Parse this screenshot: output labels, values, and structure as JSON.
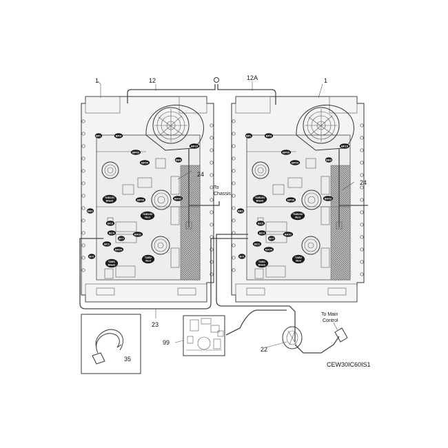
{
  "callouts": {
    "left_frame": "1",
    "right_frame": "1",
    "left_harness_top": "12",
    "right_harness_top": "12A",
    "ground_strap_left": "24",
    "ground_strap_right": "24",
    "lower_harness": "23",
    "control_harness": "22",
    "control_board": "99",
    "clip": "35"
  },
  "labels": {
    "to_chassis_line1": "To",
    "to_chassis_line2": "Chassis",
    "to_main_control_line1": "To Main",
    "to_main_control_line2": "Control"
  },
  "diagram_code": "CEW30IC60IS1",
  "connectors": {
    "bpl": "BPL",
    "bph": "BPH",
    "bp03": "BP03",
    "bp04": "BP04",
    "bp15": "BP15",
    "bb3": "BB3",
    "tab101_a": "TAB101",
    "tab101_b": "Black",
    "bp09": "BP09",
    "ba02": "BA02",
    "bb1": "BB1",
    "tab102_a": "TAB102",
    "tab102_b": "Red",
    "bc3": "BC3",
    "bc4": "BC4",
    "ba01": "BA01",
    "b77": "B77",
    "bc1": "BC1",
    "ba04": "BA04",
    "b71": "B71",
    "tab1_a": "TAB1",
    "tab1_b": "Black",
    "tab2_a": "TAB2",
    "tab2_b": "Red"
  }
}
